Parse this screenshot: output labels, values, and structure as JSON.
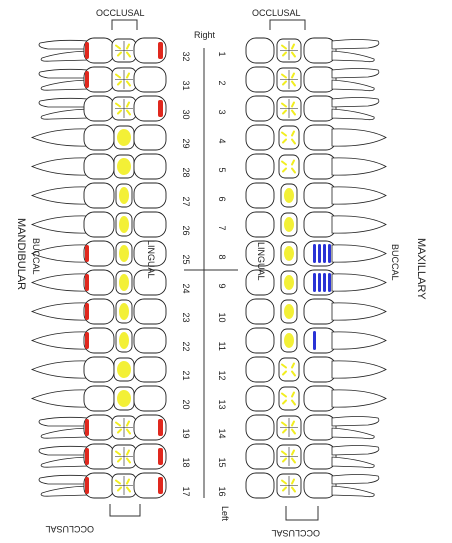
{
  "labels": {
    "occlusal": "OCCLUSAL",
    "right": "Right",
    "left": "Left",
    "lingual": "LINGUAL",
    "buccal": "BUCCAL",
    "mandibular": "MANDIBULAR",
    "maxillary": "MAXILLARY"
  },
  "maxillary_numbers": [
    "1",
    "2",
    "3",
    "4",
    "5",
    "6",
    "7",
    "8",
    "9",
    "10",
    "11",
    "12",
    "13",
    "14",
    "15",
    "16"
  ],
  "mandibular_numbers": [
    "32",
    "31",
    "30",
    "29",
    "28",
    "27",
    "26",
    "25",
    "24",
    "23",
    "22",
    "21",
    "20",
    "19",
    "18",
    "17"
  ],
  "marking_legend": {
    "red": "#e0281e",
    "yellow": "#f2ee20",
    "blue": "#2a33d6"
  },
  "mandibular_red_left": [
    1,
    1,
    0,
    0,
    0,
    0,
    0,
    1,
    1,
    1,
    1,
    0,
    0,
    1,
    1,
    1
  ],
  "mandibular_red_right": [
    1,
    0,
    1,
    0,
    0,
    0,
    0,
    0,
    0,
    0,
    0,
    0,
    0,
    1,
    1,
    1
  ],
  "mandibular_yellow": [
    1,
    1,
    1,
    1,
    1,
    1,
    1,
    1,
    1,
    1,
    1,
    1,
    1,
    1,
    1,
    1
  ],
  "maxillary_yellow": [
    1,
    1,
    1,
    1,
    1,
    1,
    1,
    1,
    1,
    1,
    1,
    1,
    1,
    1,
    1,
    1
  ],
  "maxillary_blue_stripes": [
    0,
    0,
    0,
    0,
    0,
    0,
    0,
    1,
    1,
    0,
    1,
    0,
    0,
    0,
    0,
    0
  ]
}
